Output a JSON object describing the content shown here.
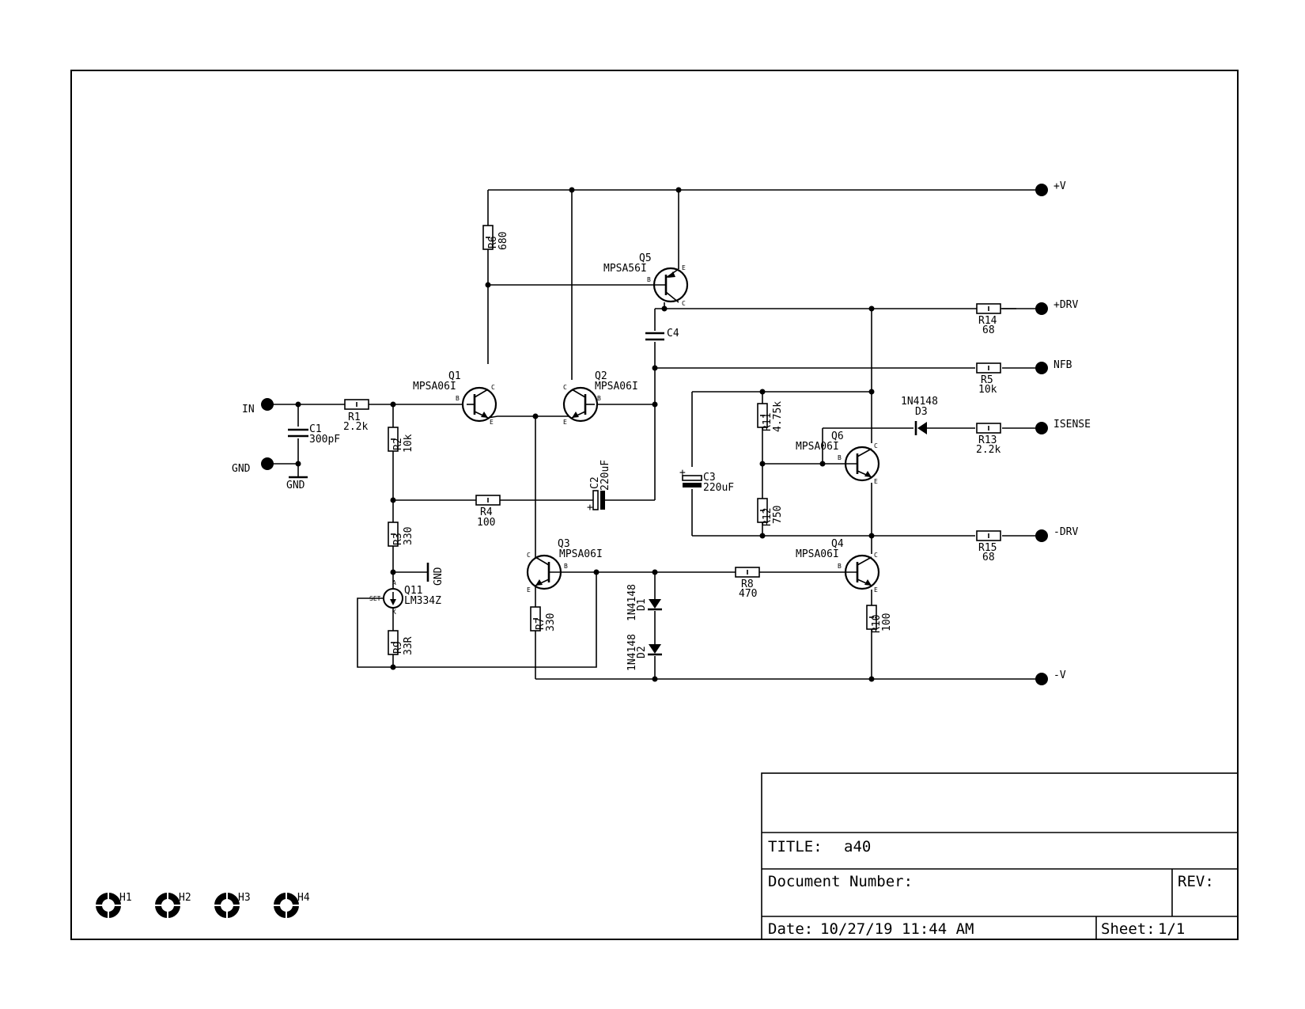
{
  "title_block": {
    "title_label": "TITLE:",
    "title_value": "a40",
    "document_number_label": "Document Number:",
    "rev_label": "REV:",
    "date_label": "Date:",
    "date_value": "10/27/19 11:44 AM",
    "sheet_label": "Sheet:",
    "sheet_value": "1/1"
  },
  "ports": {
    "in": "IN",
    "gnd": "GND",
    "v_plus": "+V",
    "drv_plus": "+DRV",
    "nfb": "NFB",
    "isense": "ISENSE",
    "drv_minus": "-DRV",
    "v_minus": "-V"
  },
  "components": {
    "r1": {
      "name": "R1",
      "value": "2.2k"
    },
    "r2": {
      "name": "R2",
      "value": "10k"
    },
    "r3": {
      "name": "R3",
      "value": "330"
    },
    "r4": {
      "name": "R4",
      "value": "100"
    },
    "r5": {
      "name": "R5",
      "value": "10k"
    },
    "r6": {
      "name": "R6",
      "value": "680"
    },
    "r7": {
      "name": "R7",
      "value": "330"
    },
    "r8": {
      "name": "R8",
      "value": "470"
    },
    "r9": {
      "name": "R9",
      "value": "33R"
    },
    "r10": {
      "name": "R10",
      "value": "100"
    },
    "r11": {
      "name": "R11",
      "value": "4.75k"
    },
    "r12": {
      "name": "R12",
      "value": "750"
    },
    "r13": {
      "name": "R13",
      "value": "2.2k"
    },
    "r14": {
      "name": "R14",
      "value": "68"
    },
    "r15": {
      "name": "R15",
      "value": "68"
    },
    "c1": {
      "name": "C1",
      "value": "300pF"
    },
    "c2": {
      "name": "C2",
      "value": "220uF"
    },
    "c3": {
      "name": "C3",
      "value": "220uF"
    },
    "c4": {
      "name": "C4"
    },
    "q1": {
      "name": "Q1",
      "value": "MPSA06I"
    },
    "q2": {
      "name": "Q2",
      "value": "MPSA06I"
    },
    "q3": {
      "name": "Q3",
      "value": "MPSA06I"
    },
    "q4": {
      "name": "Q4",
      "value": "MPSA06I"
    },
    "q5": {
      "name": "Q5",
      "value": "MPSA56I"
    },
    "q6": {
      "name": "Q6",
      "value": "MPSA06I"
    },
    "q11": {
      "name": "Q11",
      "value": "LM334Z",
      "set_pin": "SET"
    },
    "d1": {
      "name": "D1",
      "value": "1N4148"
    },
    "d2": {
      "name": "D2",
      "value": "1N4148"
    },
    "d3": {
      "name": "D3",
      "value": "1N4148"
    },
    "gnd_symbol_1": "GND",
    "gnd_symbol_2": "GND"
  },
  "pins": {
    "b": "B",
    "c": "C",
    "e": "E",
    "a": "A",
    "k": "K",
    "plus": "+"
  },
  "mounting_holes": [
    "H1",
    "H2",
    "H3",
    "H4"
  ]
}
